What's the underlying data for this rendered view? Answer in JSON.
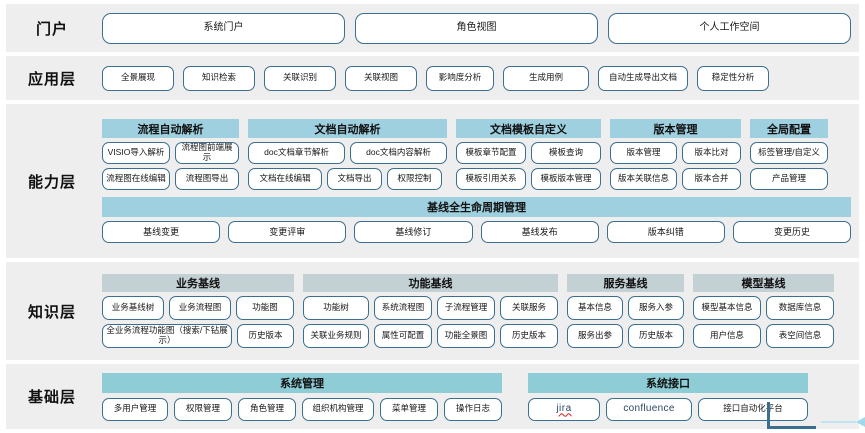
{
  "layers": {
    "portal": {
      "label": "门户",
      "items": [
        {
          "text": "系统门户"
        },
        {
          "text": "角色视图"
        },
        {
          "text": "个人工作空间"
        }
      ]
    },
    "application": {
      "label": "应用层",
      "items": [
        {
          "text": "全景展现",
          "w": 72
        },
        {
          "text": "知识检索",
          "w": 72
        },
        {
          "text": "关联识别",
          "w": 72
        },
        {
          "text": "关联视图",
          "w": 72
        },
        {
          "text": "影响度分析",
          "w": 68
        },
        {
          "text": "生成用例",
          "w": 86
        },
        {
          "text": "自动生成导出文档",
          "w": 90
        },
        {
          "text": "稳定性分析",
          "w": 72
        }
      ]
    },
    "capability": {
      "label": "能力层",
      "groups": [
        {
          "title": "流程自动解析",
          "rows": [
            [
              {
                "text": "VISIO导入解析",
                "w": 68
              },
              {
                "text": "流程图前端展示",
                "w": 64
              }
            ],
            [
              {
                "text": "流程图在线编辑",
                "w": 68
              },
              {
                "text": "流程图导出",
                "w": 64
              }
            ]
          ]
        },
        {
          "title": "文档自动解析",
          "rows": [
            [
              {
                "text": "doc文档章节解析",
                "w": 97
              },
              {
                "text": "doc文档内容解析",
                "w": 97
              }
            ],
            [
              {
                "text": "文档在线编辑",
                "w": 74
              },
              {
                "text": "文档导出",
                "w": 55
              },
              {
                "text": "权限控制",
                "w": 55
              }
            ]
          ]
        },
        {
          "title": "文档模板自定义",
          "rows": [
            [
              {
                "text": "模板章节配置",
                "w": 70
              },
              {
                "text": "模板查询",
                "w": 70
              }
            ],
            [
              {
                "text": "模板引用关系",
                "w": 70
              },
              {
                "text": "模板版本管理",
                "w": 70
              }
            ]
          ]
        },
        {
          "title": "版本管理",
          "rows": [
            [
              {
                "text": "版本管理",
                "w": 67
              },
              {
                "text": "版本比对",
                "w": 59
              }
            ],
            [
              {
                "text": "版本关联信息",
                "w": 67
              },
              {
                "text": "版本合并",
                "w": 59
              }
            ]
          ]
        },
        {
          "title": "全局配置",
          "rows": [
            [
              {
                "text": "标签管理/自定义",
                "w": 78
              }
            ],
            [
              {
                "text": "产品管理",
                "w": 78
              }
            ]
          ]
        }
      ],
      "lifecycle": {
        "title": "基线全生命周期管理",
        "items": [
          {
            "text": "基线变更"
          },
          {
            "text": "变更评审"
          },
          {
            "text": "基线修订"
          },
          {
            "text": "基线发布"
          },
          {
            "text": "版本纠错"
          },
          {
            "text": "变更历史"
          }
        ]
      }
    },
    "knowledge": {
      "label": "知识层",
      "groups": [
        {
          "title": "业务基线",
          "rows": [
            [
              {
                "text": "业务基线树",
                "w": 62
              },
              {
                "text": "业务流程图",
                "w": 62
              },
              {
                "text": "功能图",
                "w": 58
              }
            ],
            [
              {
                "text": "全业务流程功能图（搜索/下钻展示）",
                "w": 130
              },
              {
                "text": "历史版本",
                "w": 57
              }
            ]
          ]
        },
        {
          "title": "功能基线",
          "rows": [
            [
              {
                "text": "功能树",
                "w": 66
              },
              {
                "text": "系统流程图",
                "w": 58
              },
              {
                "text": "子流程管理",
                "w": 58
              },
              {
                "text": "关联服务",
                "w": 58
              }
            ],
            [
              {
                "text": "关联业务规则",
                "w": 66
              },
              {
                "text": "属性可配置",
                "w": 58
              },
              {
                "text": "功能全景图",
                "w": 58
              },
              {
                "text": "历史版本",
                "w": 58
              }
            ]
          ]
        },
        {
          "title": "服务基线",
          "rows": [
            [
              {
                "text": "基本信息",
                "w": 56
              },
              {
                "text": "服务入参",
                "w": 56
              }
            ],
            [
              {
                "text": "服务出参",
                "w": 56
              },
              {
                "text": "历史版本",
                "w": 56
              }
            ]
          ]
        },
        {
          "title": "模型基线",
          "rows": [
            [
              {
                "text": "模型基本信息",
                "w": 68
              },
              {
                "text": "数据库信息",
                "w": 68
              }
            ],
            [
              {
                "text": "用户信息",
                "w": 68
              },
              {
                "text": "表空间信息",
                "w": 68
              }
            ]
          ]
        }
      ]
    },
    "foundation": {
      "label": "基础层",
      "groups": [
        {
          "title": "系统管理",
          "items": [
            {
              "text": "多用户管理",
              "w": 66
            },
            {
              "text": "权限管理",
              "w": 58
            },
            {
              "text": "角色管理",
              "w": 58
            },
            {
              "text": "组织机构管理",
              "w": 72
            },
            {
              "text": "菜单管理",
              "w": 58
            },
            {
              "text": "操作日志",
              "w": 58
            }
          ]
        },
        {
          "title": "系统接口",
          "items": [
            {
              "text": "jira",
              "w": 72,
              "logo": "jira"
            },
            {
              "text": "confluence",
              "w": 86,
              "logo": "confluence"
            },
            {
              "text": "接口自动化平台",
              "w": 110
            }
          ]
        }
      ]
    }
  },
  "colors": {
    "band_bg": "#eeeeee",
    "pill_border": "#3c6e8f",
    "capability_header": "#9fd0e0",
    "knowledge_header": "#c3d1d4",
    "foundation_header": "#8ecdd6",
    "jira_underline": "#d81f1f"
  }
}
